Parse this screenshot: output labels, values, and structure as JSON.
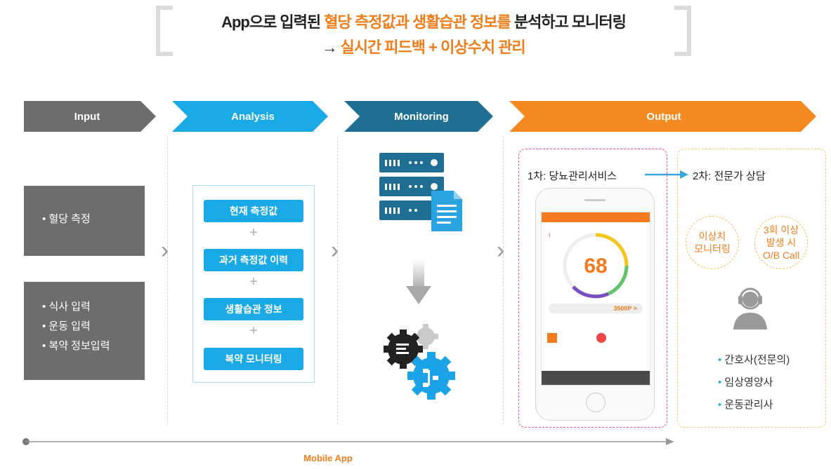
{
  "title": {
    "line1_pre": "App으로 입력된 ",
    "line1_highlight": "혈당 측정값과 생활습관 정보를",
    "line1_post": " 분석하고 모니터링",
    "line2_arrow": "→ ",
    "line2_highlight": "실시간 피드백 + 이상수치 관리"
  },
  "stages": {
    "input": "Input",
    "analysis": "Analysis",
    "monitoring": "Monitoring",
    "output": "Output"
  },
  "colors": {
    "input": "#6d6d6d",
    "analysis": "#18a9e6",
    "monitoring": "#1f6f94",
    "output": "#f58a20"
  },
  "input": {
    "box1": [
      "혈당 측정"
    ],
    "box2": [
      "식사 입력",
      "운동 입력",
      "복약 정보입력"
    ]
  },
  "analysis": {
    "items": [
      "현재 측정값",
      "과거 측정값 이력",
      "생활습관 정보",
      "복약 모니터링"
    ],
    "plus": "+"
  },
  "monitoring": {
    "icons": [
      "server-icon",
      "document-icon",
      "down-arrow-icon",
      "gears-icon"
    ]
  },
  "output": {
    "service1": "1차: 당뇨관리서비스",
    "service2": "2차: 전문가 상담",
    "circle1": "이상치\n모니터링",
    "circle2": "3회 이상\n발생 시\nO/B Call",
    "staff": [
      "간호사(전문의)",
      "임상영양사",
      "운동관리사"
    ],
    "phone": {
      "score": "68",
      "point": "3500P >"
    }
  },
  "footer": {
    "mobile_app": "Mobile App"
  }
}
